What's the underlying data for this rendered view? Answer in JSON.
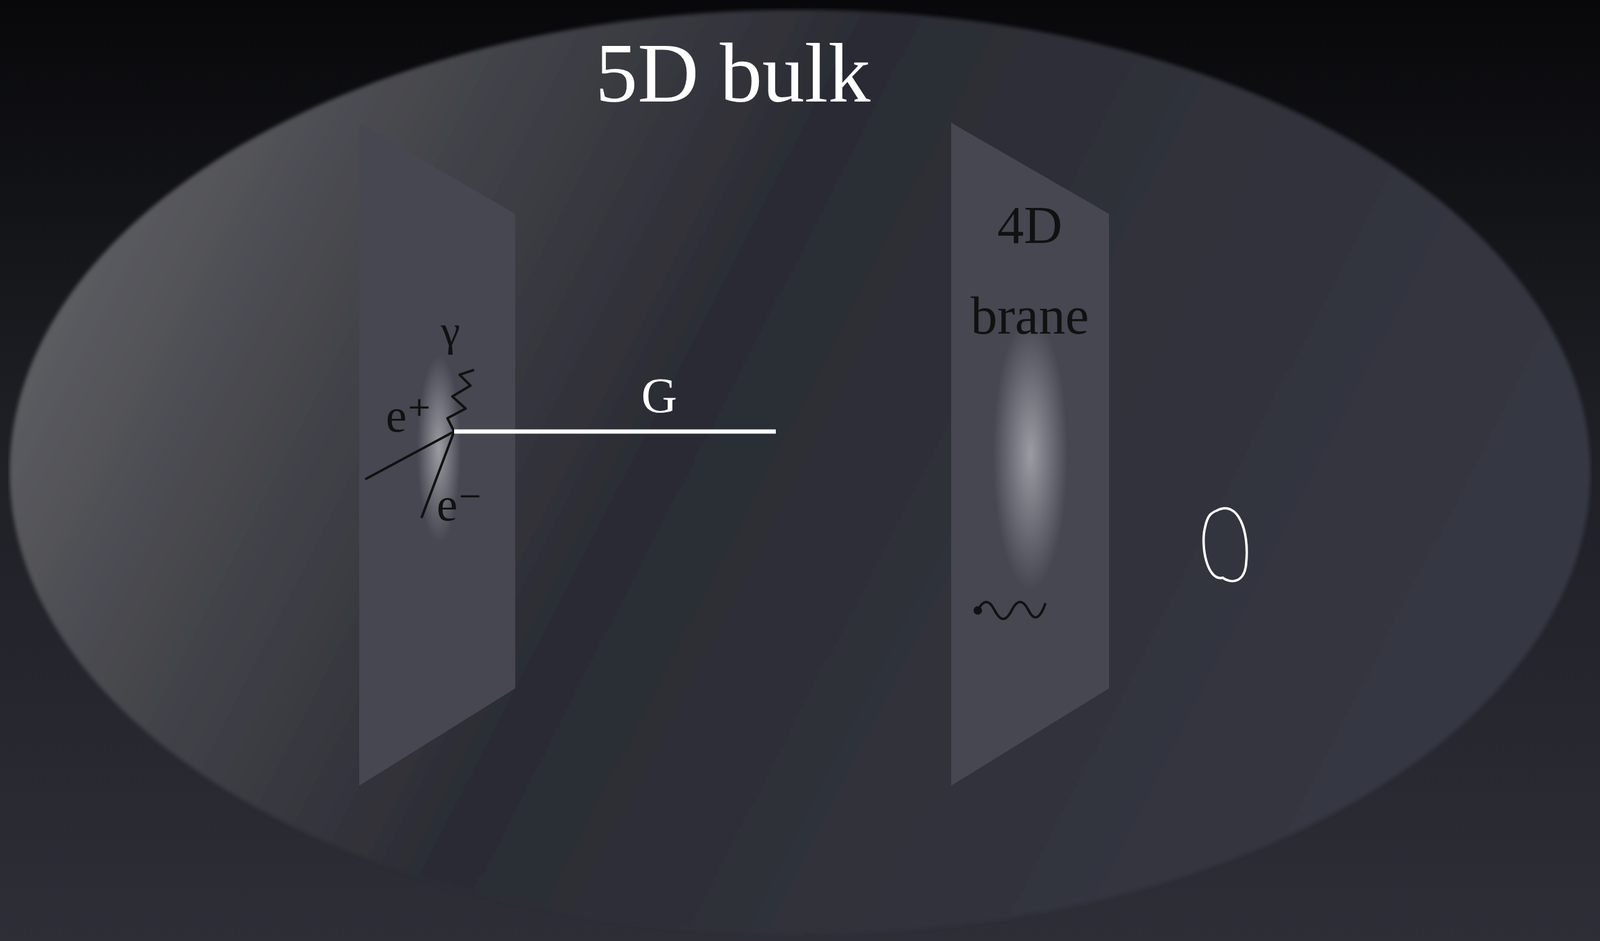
{
  "diagram": {
    "nodes": [
      {
        "text": [
          "5D bulk"
        ]
      },
      {
        "text": [
          "4D brane"
        ],
        "in": 0
      }
    ],
    "labels": [
      "γ",
      "G",
      "e⁺",
      "e⁻"
    ]
  }
}
